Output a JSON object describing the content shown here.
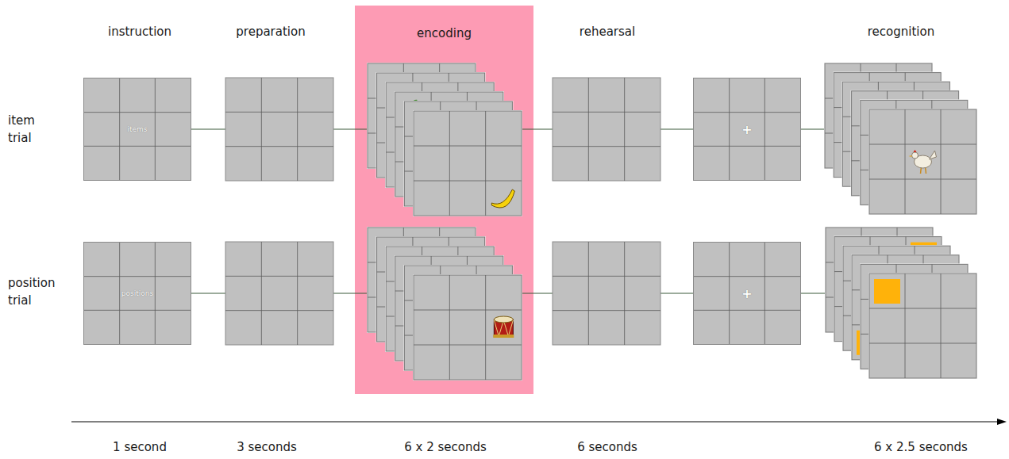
{
  "diagram": {
    "nodes": [
      {
        "text": [
          "encoding"
        ]
      },
      {
        "text": [
          "items"
        ]
      },
      {
        "text": [
          "+"
        ]
      },
      {
        "text": [
          "positions"
        ]
      },
      {
        "text": [
          "+"
        ]
      }
    ],
    "labels": [
      "instruction",
      "preparation",
      "rehearsal",
      "recognition",
      "item trial",
      "position trial",
      "1 second",
      "3 seconds",
      "6 x 2 seconds",
      "6 seconds",
      "6 x 2.5 seconds"
    ]
  }
}
